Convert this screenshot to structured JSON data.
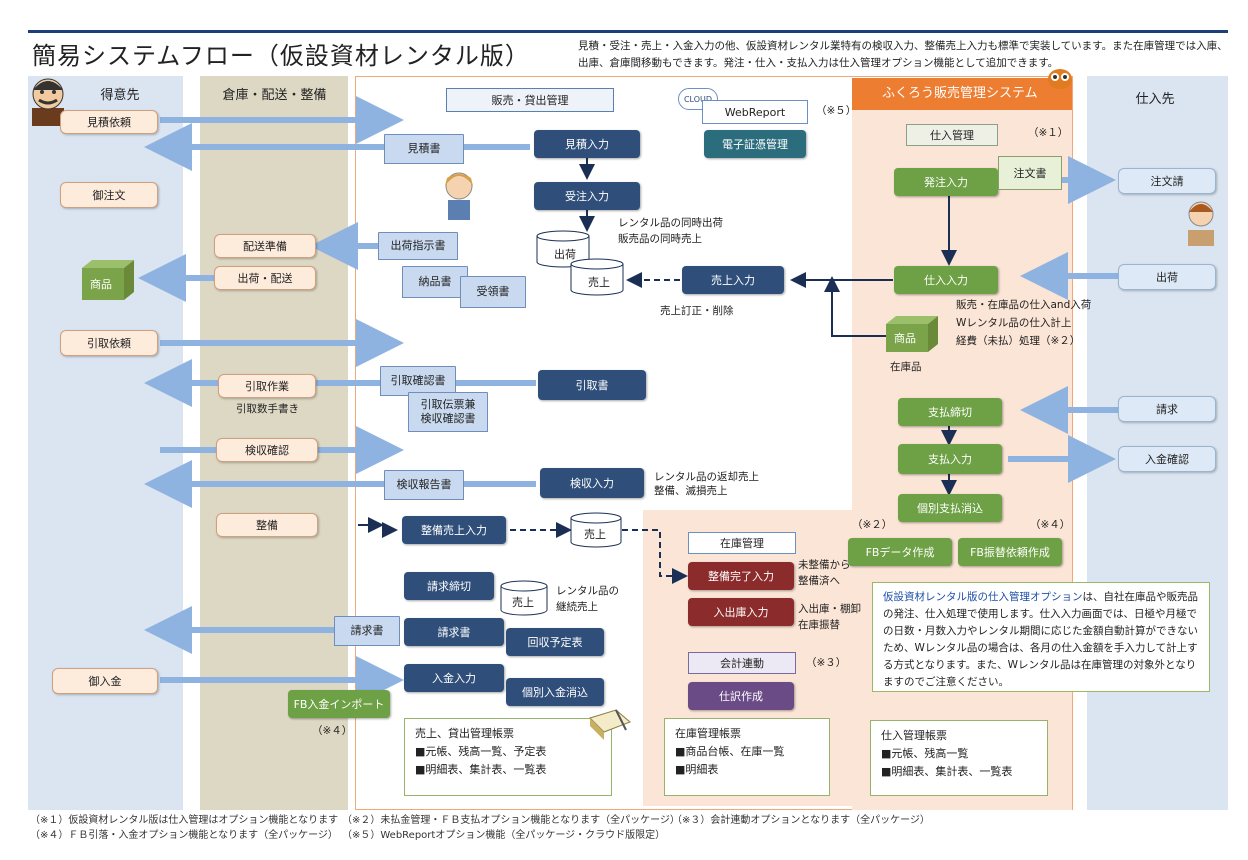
{
  "title": "簡易システムフロー（仮設資材レンタル版）",
  "description": "見積・受注・売上・入金入力の他、仮設資材レンタル業特有の検収入力、整備売上入力も標準で実装しています。また在庫管理では入庫、出庫、倉庫間移動もできます。発注・仕入・支払入力は仕入管理オプション機能として追加できます。",
  "lanes": {
    "customer": "得意先",
    "warehouse": "倉庫・配送・整備",
    "supplier": "仕入先"
  },
  "system_header": "ふくろう販売管理システム",
  "sections": {
    "sales": "販売・貸出管理",
    "purchase": "仕入管理",
    "purchase_note": "（※１）",
    "inventory": "在庫管理",
    "accounting": "会計連動",
    "accounting_note": "（※３）",
    "webreport": "WebReport",
    "webreport_note": "（※５）",
    "cloud": "CLOUD",
    "voucher": "電子証憑管理"
  },
  "customer_items": {
    "estimate_request": "見積依頼",
    "order": "御注文",
    "product": "商品",
    "pickup_request": "引取依頼",
    "payment": "御入金"
  },
  "warehouse_items": {
    "delivery_prep": "配送準備",
    "shipping": "出荷・配送",
    "pickup_work": "引取作業",
    "pickup_handwrite": "引取数手書き",
    "inspection_check": "検収確認",
    "maintenance": "整備",
    "fb_import": "FB入金インポート",
    "fb_import_note": "（※４）"
  },
  "sales_flow": {
    "estimate_input": "見積入力",
    "order_input": "受注入力",
    "rental_note1": "レンタル品の同時出荷",
    "rental_note2": "販売品の同時売上",
    "sales_input": "売上入力",
    "sales_fix": "売上訂正・削除",
    "pickup_slip": "引取書",
    "inspection_input": "検収入力",
    "inspection_note1": "レンタル品の返却売上",
    "inspection_note2": "整備、滅損売上",
    "maint_sales_input": "整備売上入力",
    "billing_close": "請求締切",
    "continuous_note1": "レンタル品の",
    "continuous_note2": "継続売上",
    "invoice": "請求書",
    "collection_plan": "回収予定表",
    "payment_input": "入金入力",
    "individual_clear": "個別入金消込"
  },
  "documents": {
    "estimate": "見積書",
    "ship_instruction": "出荷指示書",
    "delivery": "納品書",
    "receipt": "受領書",
    "pickup_confirm": "引取確認書",
    "pickup_slip_line1": "引取伝票兼",
    "pickup_slip_line2": "検収確認書",
    "inspection_report": "検収報告書",
    "invoice": "請求書"
  },
  "databases": {
    "shipment": "出荷",
    "sales1": "売上",
    "sales2": "売上",
    "sales3": "売上"
  },
  "inventory_flow": {
    "maint_done": "整備完了入力",
    "maint_note1": "未整備から",
    "maint_note2": "整備済へ",
    "in_out": "入出庫入力",
    "in_out_note1": "入出庫・棚卸",
    "in_out_note2": "在庫振替"
  },
  "accounting_flow": {
    "journal": "仕訳作成"
  },
  "purchase_flow": {
    "po_input": "発注入力",
    "po_doc": "注文書",
    "purchase_input": "仕入入力",
    "purchase_note1": "販売・在庫品の仕入and入荷",
    "purchase_note2": "Wレンタル品の仕入計上",
    "purchase_note3": "経費（未払）処理（※２）",
    "stock_label": "商品",
    "stock_caption": "在庫品",
    "pay_close": "支払締切",
    "pay_input": "支払入力",
    "pay_clear": "個別支払消込",
    "fb_data": "FBデータ作成",
    "fb_data_note": "（※２）",
    "fb_transfer": "FB振替依頼作成",
    "fb_transfer_note": "（※４）"
  },
  "supplier_items": {
    "order_ack": "注文請",
    "shipment": "出荷",
    "invoice": "請求",
    "payment_confirm": "入金確認"
  },
  "option_note": {
    "highlight": "仮設資材レンタル版の仕入管理オプション",
    "text": "は、自社在庫品や販売品の発注、仕入処理で使用します。仕入入力画面では、日極や月極での日数・月数入力やレンタル期間に応じた金額自動計算ができないため、Wレンタル品の場合は、各月の仕入金額を手入力して計上する方式となります。また、Wレンタル品は在庫管理の対象外となりますのでご注意ください。"
  },
  "ledgers": {
    "sales": {
      "title": "売上、貸出管理帳票",
      "items": [
        "■元帳、残高一覧、予定表",
        "■明細表、集計表、一覧表"
      ]
    },
    "inventory": {
      "title": "在庫管理帳票",
      "items": [
        "■商品台帳、在庫一覧",
        "■明細表"
      ]
    },
    "purchase": {
      "title": "仕入管理帳票",
      "items": [
        "■元帳、残高一覧",
        "■明細表、集計表、一覧表"
      ]
    }
  },
  "footnotes": {
    "n1": "（※１）仮設資材レンタル版は仕入管理はオプション機能となります",
    "n2": "（※２）未払金管理・ＦＢ支払オプション機能となります（全パッケージ）",
    "n3": "（※３）会計連動オプションとなります（全パッケージ）",
    "n4": "（※４）ＦＢ引落・入金オプション機能となります（全パッケージ）",
    "n5": "（※５）WebReportオプション機能（全パッケージ・クラウド版限定）"
  },
  "colors": {
    "header_orange": "#ed7d31",
    "lane_blue": "#dbe5f1",
    "lane_tan": "#ddd8c4",
    "panel_peach": "#fbe5d6",
    "dark_navy": "#2f4f7a",
    "green": "#6ea045",
    "maroon": "#8b2b2b",
    "purple": "#6a4b86",
    "arrow_blue": "#8fb3e0"
  }
}
